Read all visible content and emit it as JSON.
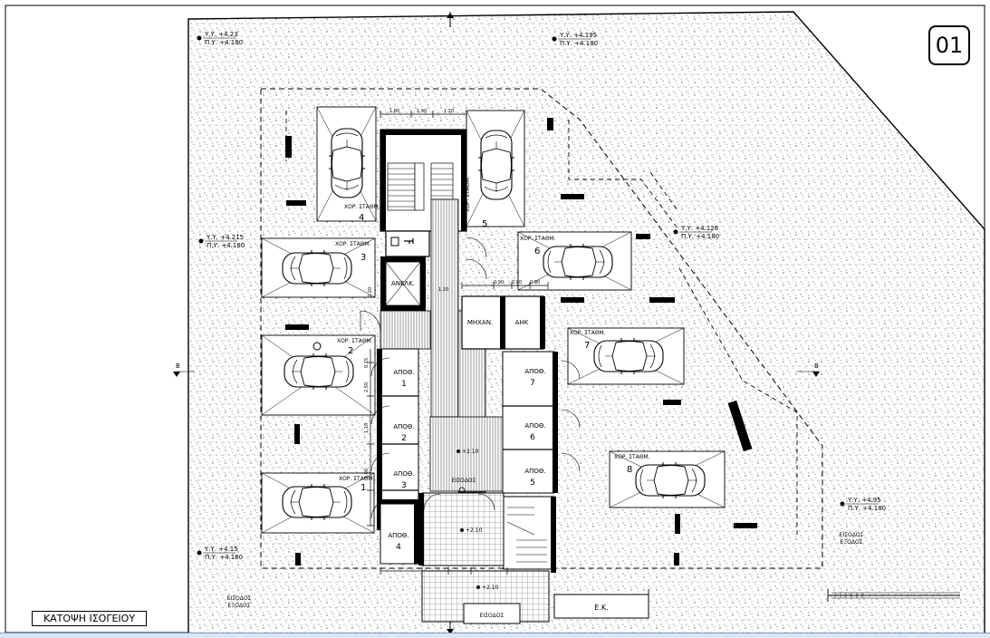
{
  "sheet": {
    "number": "01",
    "title": "ΚΑΤΟΨΗ ΙΣΟΓΕΙΟΥ"
  },
  "levels": [
    {
      "yy": "Υ.Υ. +4.23",
      "py": "Π.Υ. +4.180"
    },
    {
      "yy": "Υ.Υ. +4.195",
      "py": "Π.Υ. +4.180"
    },
    {
      "yy": "Υ.Υ. +4.215",
      "py": "Π.Υ. +4.180"
    },
    {
      "yy": "Υ.Υ. +4.126",
      "py": "Π.Υ. +4.180"
    },
    {
      "yy": "Υ.Υ. +4.15",
      "py": "Π.Υ. +4.180"
    },
    {
      "yy": "Υ.Υ. +4.95",
      "py": "Π.Υ. +4.180"
    }
  ],
  "parking": {
    "label": "ΧΟΡ. ΣΤΑΘΜ.",
    "numbers": [
      "1",
      "2",
      "3",
      "4",
      "5",
      "6",
      "7",
      "8"
    ]
  },
  "rooms": {
    "storage_label": "ΑΠΟΘ.",
    "storage_numbers": [
      "1",
      "2",
      "3",
      "4",
      "5",
      "6",
      "7"
    ],
    "lift": "ΑΝΕΛΚ.",
    "mech": "ΜΗΧΑΝ.",
    "ahk": "ΑΗΚ",
    "entrance": "ΕΙΣΟΔΟΣ",
    "ek": "Ε.Κ."
  },
  "level_marks": [
    "+2.10",
    "+2.10",
    "+2.10"
  ],
  "entrances": [
    "ΕΙΣΟΔΟΣ",
    "ΕΞΟΔΟΣ"
  ],
  "section_marker": "Β",
  "dims": [
    "1.80",
    "1.90",
    "1.20",
    "2.20",
    "1.20",
    "0.90",
    "0.90",
    "0.90",
    "2.50",
    "1.10",
    "1.00",
    "0.15"
  ]
}
